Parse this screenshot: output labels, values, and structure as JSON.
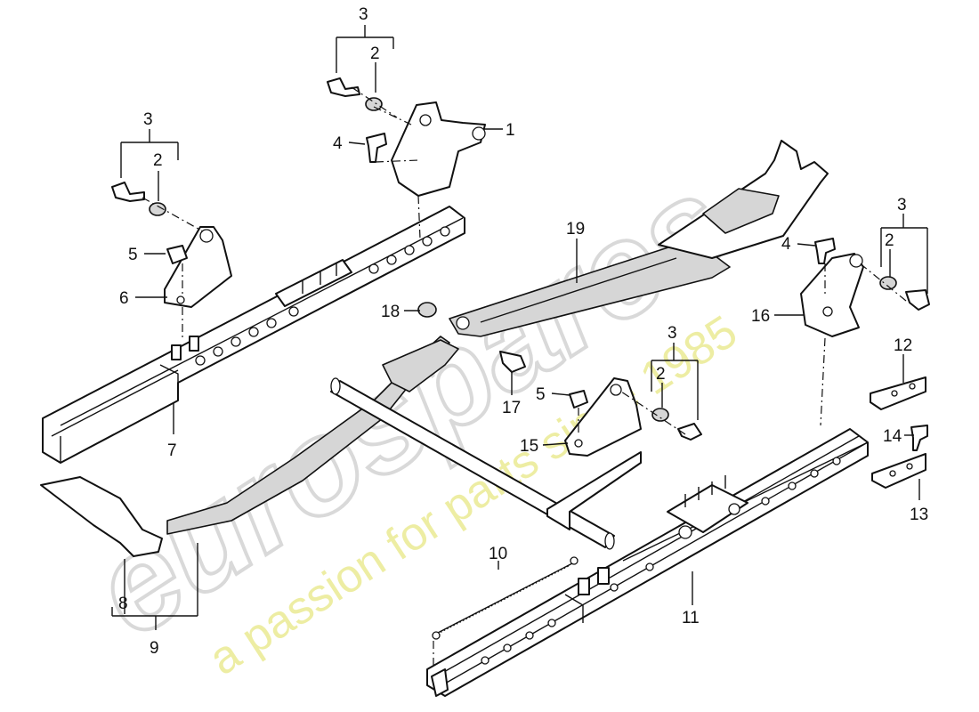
{
  "watermark": {
    "brand": "eurospares",
    "tagline": "a passion for parts since 1985",
    "brand_color": "#d9d9d9",
    "tagline_color": "#ecec9a"
  },
  "callouts": [
    "1",
    "2",
    "2",
    "2",
    "2",
    "3",
    "3",
    "3",
    "3",
    "4",
    "4",
    "5",
    "5",
    "6",
    "7",
    "8",
    "9",
    "10",
    "11",
    "12",
    "13",
    "14",
    "15",
    "16",
    "17",
    "18",
    "19"
  ]
}
